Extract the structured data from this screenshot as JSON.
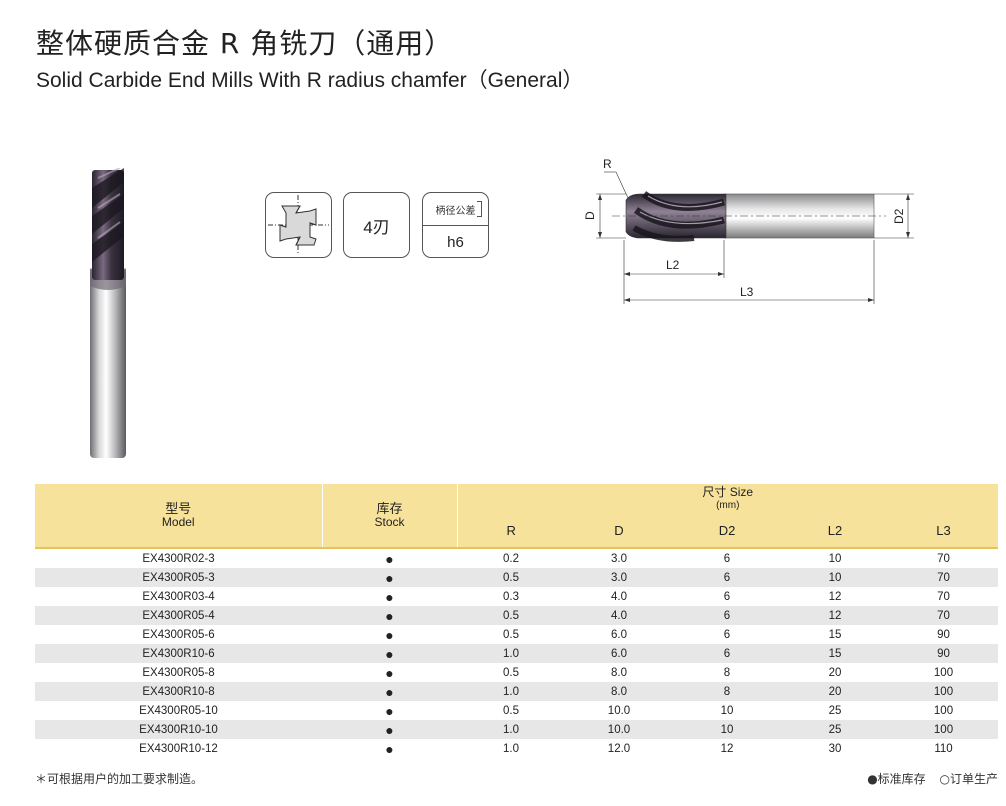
{
  "title": {
    "cn": "整体硬质合金 R 角铣刀（通用）",
    "en": "Solid Carbide End Mills With R radius chamfer（General）"
  },
  "badges": {
    "flutes": "4刃",
    "tolerance_label": "柄径公差",
    "tolerance_value": "h6"
  },
  "drawing_labels": {
    "r": "R",
    "d": "D",
    "d2": "D2",
    "l2": "L2",
    "l3": "L3"
  },
  "table": {
    "model_cn": "型号",
    "model_en": "Model",
    "stock_cn": "库存",
    "stock_en": "Stock",
    "size_cn": "尺寸 Size",
    "size_unit": "(mm)",
    "sub_columns": [
      "R",
      "D",
      "D2",
      "L2",
      "L3"
    ],
    "rows": [
      {
        "model": "EX4300R02-3",
        "stock": "●",
        "r": "0.2",
        "d": "3.0",
        "d2": "6",
        "l2": "10",
        "l3": "70"
      },
      {
        "model": "EX4300R05-3",
        "stock": "●",
        "r": "0.5",
        "d": "3.0",
        "d2": "6",
        "l2": "10",
        "l3": "70"
      },
      {
        "model": "EX4300R03-4",
        "stock": "●",
        "r": "0.3",
        "d": "4.0",
        "d2": "6",
        "l2": "12",
        "l3": "70"
      },
      {
        "model": "EX4300R05-4",
        "stock": "●",
        "r": "0.5",
        "d": "4.0",
        "d2": "6",
        "l2": "12",
        "l3": "70"
      },
      {
        "model": "EX4300R05-6",
        "stock": "●",
        "r": "0.5",
        "d": "6.0",
        "d2": "6",
        "l2": "15",
        "l3": "90"
      },
      {
        "model": "EX4300R10-6",
        "stock": "●",
        "r": "1.0",
        "d": "6.0",
        "d2": "6",
        "l2": "15",
        "l3": "90"
      },
      {
        "model": "EX4300R05-8",
        "stock": "●",
        "r": "0.5",
        "d": "8.0",
        "d2": "8",
        "l2": "20",
        "l3": "100"
      },
      {
        "model": "EX4300R10-8",
        "stock": "●",
        "r": "1.0",
        "d": "8.0",
        "d2": "8",
        "l2": "20",
        "l3": "100"
      },
      {
        "model": "EX4300R05-10",
        "stock": "●",
        "r": "0.5",
        "d": "10.0",
        "d2": "10",
        "l2": "25",
        "l3": "100"
      },
      {
        "model": "EX4300R10-10",
        "stock": "●",
        "r": "1.0",
        "d": "10.0",
        "d2": "10",
        "l2": "25",
        "l3": "100"
      },
      {
        "model": "EX4300R10-12",
        "stock": "●",
        "r": "1.0",
        "d": "12.0",
        "d2": "12",
        "l2": "30",
        "l3": "110"
      }
    ]
  },
  "footnote": "＊可根据用户的加工要求制造。",
  "legend": {
    "standard": "●标准库存",
    "order": "○订单生产"
  },
  "colors": {
    "header_bg": "#f7e29b",
    "header_rule": "#e7c45a",
    "row_alt": "#e7e7e8"
  }
}
